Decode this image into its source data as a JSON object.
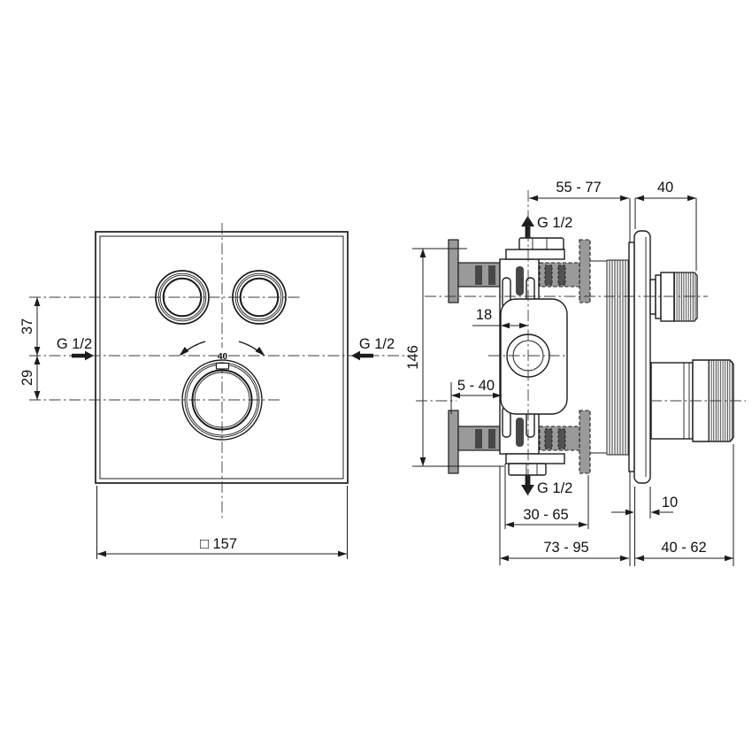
{
  "front_view": {
    "inlet_left": "G 1/2",
    "inlet_right": "G 1/2",
    "dim_top_port_offset": "37",
    "dim_bottom_port_offset": "29",
    "dim_plate_width": "□ 157",
    "knob_temperature": "40"
  },
  "side_view": {
    "dim_depth_to_wall": "55 - 77",
    "dim_trim_depth": "40",
    "outlet_top": "G 1/2",
    "outlet_bottom": "G 1/2",
    "dim_overall_height": "146",
    "dim_center_offset": "18",
    "dim_wall_thickness": "5 - 40",
    "dim_recess_depth": "30 - 65",
    "dim_plate_thickness": "10",
    "dim_total_depth": "73 - 95",
    "dim_projection": "40 - 62"
  },
  "colors": {
    "line": "#1c1c1c",
    "bracket_gray": "#9a9a9a",
    "slot_dark": "#474747",
    "background": "#ffffff"
  }
}
